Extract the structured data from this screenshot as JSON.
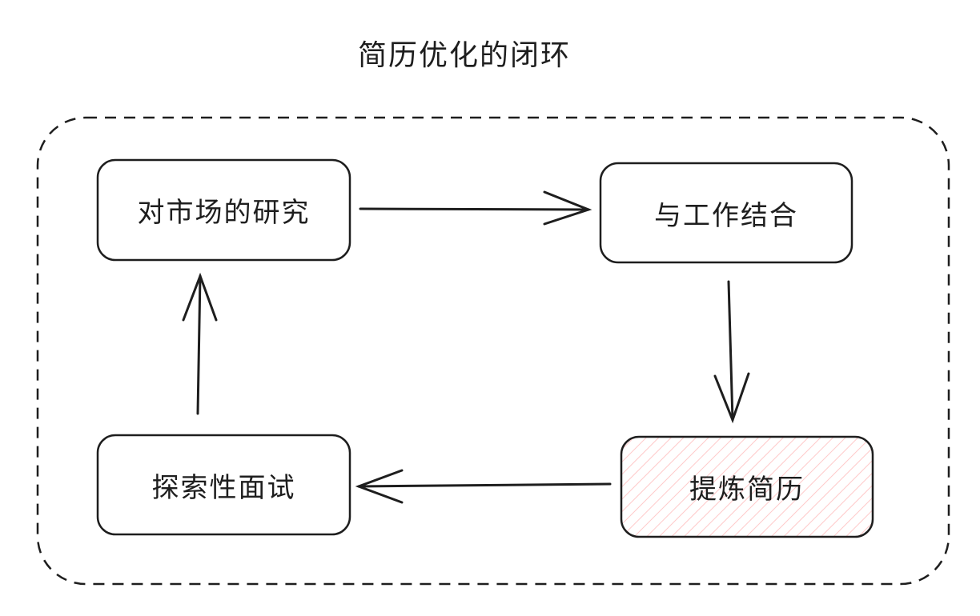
{
  "title": "简历优化的闭环",
  "nodes": [
    {
      "id": "market-research",
      "label": "对市场的研究"
    },
    {
      "id": "combine-with-work",
      "label": "与工作结合"
    },
    {
      "id": "refine-resume",
      "label": "提炼简历"
    },
    {
      "id": "exploratory-interview",
      "label": "探索性面试"
    }
  ],
  "edges": [
    {
      "from": "对市场的研究",
      "to": "与工作结合"
    },
    {
      "from": "与工作结合",
      "to": "提炼简历"
    },
    {
      "from": "提炼简历",
      "to": "探索性面试"
    },
    {
      "from": "探索性面试",
      "to": "对市场的研究"
    }
  ],
  "colors": {
    "stroke": "#1e1e1e",
    "highlight_fill": "#ffc9c9"
  }
}
